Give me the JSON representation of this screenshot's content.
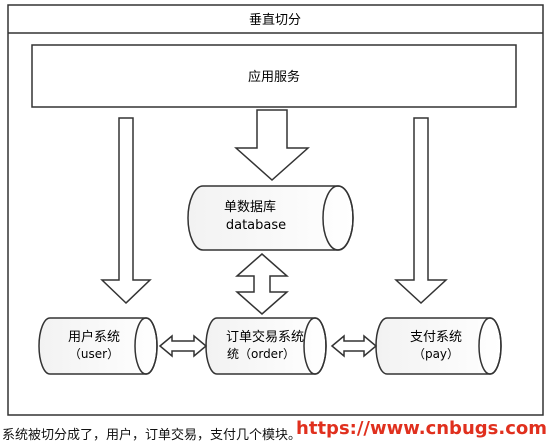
{
  "diagram": {
    "title": "垂直切分",
    "service_box": "应用服务",
    "database": {
      "name": "单数据库",
      "subtitle": "database"
    },
    "modules": [
      {
        "name": "用户系统",
        "subtitle": "（user）"
      },
      {
        "name": "订单交易系统",
        "subtitle": "统（order）"
      },
      {
        "name": "支付系统",
        "subtitle": "（pay）"
      }
    ]
  },
  "caption": "系统被切分成了，用户，订单交易，支付几个模块。",
  "watermark": "https://www.cnbugs.com"
}
